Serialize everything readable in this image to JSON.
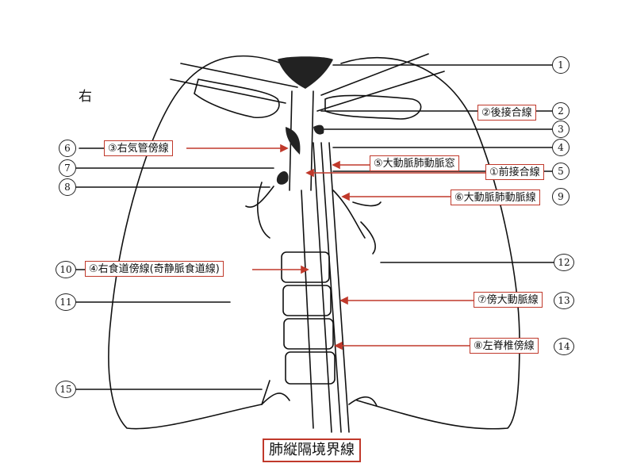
{
  "side_label": "右",
  "title": "肺縦隔境界線",
  "labels": {
    "l1": "②後接合線",
    "l2": "③右気管傍線",
    "l3": "⑤大動脈肺動脈窓",
    "l4": "①前接合線",
    "l5": "⑥大動脈肺動脈線",
    "l6": "④右食道傍線(奇静脈食道線)",
    "l7": "⑦傍大動脈線",
    "l8": "⑧左脊椎傍線"
  },
  "numbers": {
    "n1": "1",
    "n2": "2",
    "n3": "3",
    "n4": "4",
    "n5": "5",
    "n6": "6",
    "n7": "7",
    "n8": "8",
    "n9": "9",
    "n10": "10",
    "n11": "11",
    "n12": "12",
    "n13": "13",
    "n14": "14",
    "n15": "15"
  },
  "colors": {
    "accent": "#c0392b",
    "ink": "#111111"
  }
}
